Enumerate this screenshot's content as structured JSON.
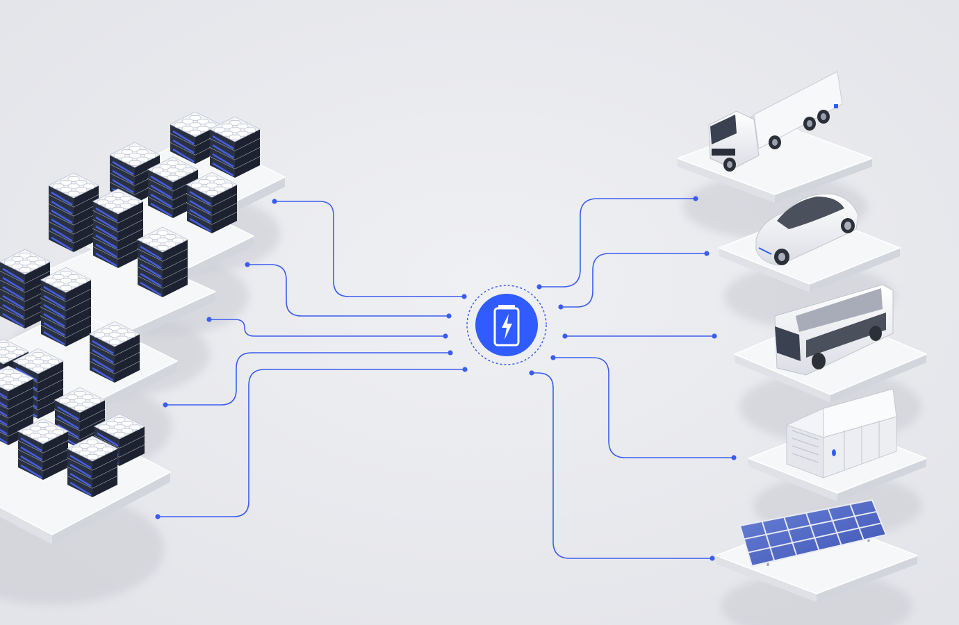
{
  "diagram": {
    "hub": {
      "icon": "battery-charging-icon"
    },
    "battery_groups": [
      {
        "name": "battery-rack-group-1",
        "icon": "battery-rack-icon"
      },
      {
        "name": "battery-rack-group-2",
        "icon": "battery-rack-icon"
      },
      {
        "name": "battery-rack-group-3",
        "icon": "battery-rack-icon"
      },
      {
        "name": "battery-rack-group-4",
        "icon": "battery-rack-icon"
      },
      {
        "name": "battery-rack-group-5",
        "icon": "battery-rack-icon"
      }
    ],
    "applications": [
      {
        "name": "truck",
        "icon": "truck-icon"
      },
      {
        "name": "car",
        "icon": "car-icon"
      },
      {
        "name": "bus",
        "icon": "bus-icon"
      },
      {
        "name": "energy-storage-cabinet",
        "icon": "storage-cabinet-icon"
      },
      {
        "name": "solar-panel",
        "icon": "solar-panel-icon"
      }
    ],
    "colors": {
      "background": "#e9eaee",
      "accent": "#3b5cf0",
      "hub": "#2f5bff",
      "platform_top": "#f6f7f9",
      "platform_side": "#d3d5dc",
      "module_top": "#f3f5f9",
      "module_side": "#202634",
      "module_glow": "#4a66ff"
    }
  }
}
